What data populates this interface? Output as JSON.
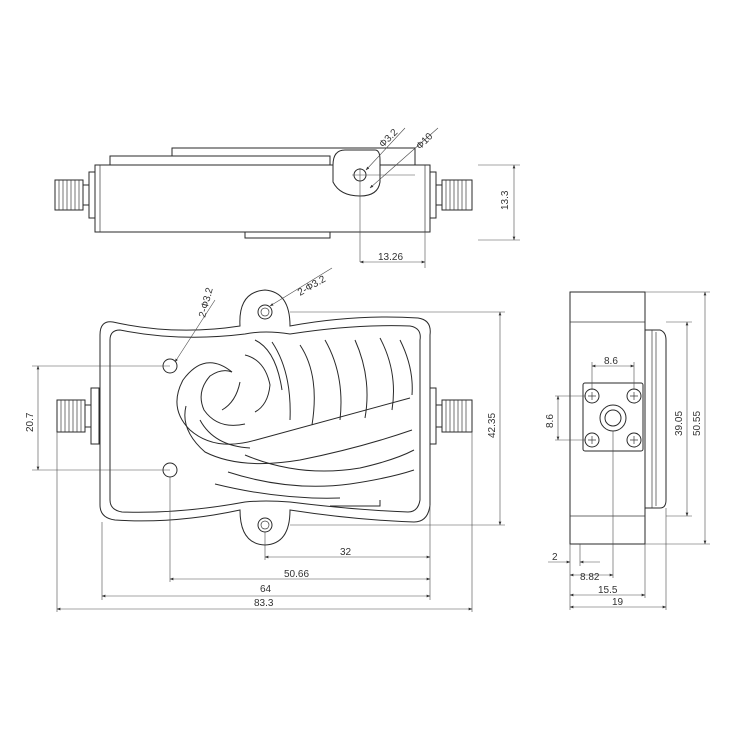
{
  "dimensions": {
    "side_hole_dia": "Ф3.2",
    "side_boss_dia": "Ф10",
    "side_height": "13.3",
    "side_hole_offset": "13.26",
    "top_hole_left": "2-Ф3.2",
    "top_hole_right": "2-Ф3.2",
    "top_hole_spacing_v": "20.7",
    "top_body_height": "42.35",
    "top_dim_32": "32",
    "top_dim_5066": "50.66",
    "top_dim_64": "64",
    "top_dim_833": "83.3",
    "end_dim_86_h": "8.6",
    "end_dim_86_v": "8.6",
    "end_dim_3905": "39.05",
    "end_dim_5055": "50.55",
    "end_dim_2": "2",
    "end_dim_882": "8.82",
    "end_dim_155": "15.5",
    "end_dim_19": "19"
  }
}
